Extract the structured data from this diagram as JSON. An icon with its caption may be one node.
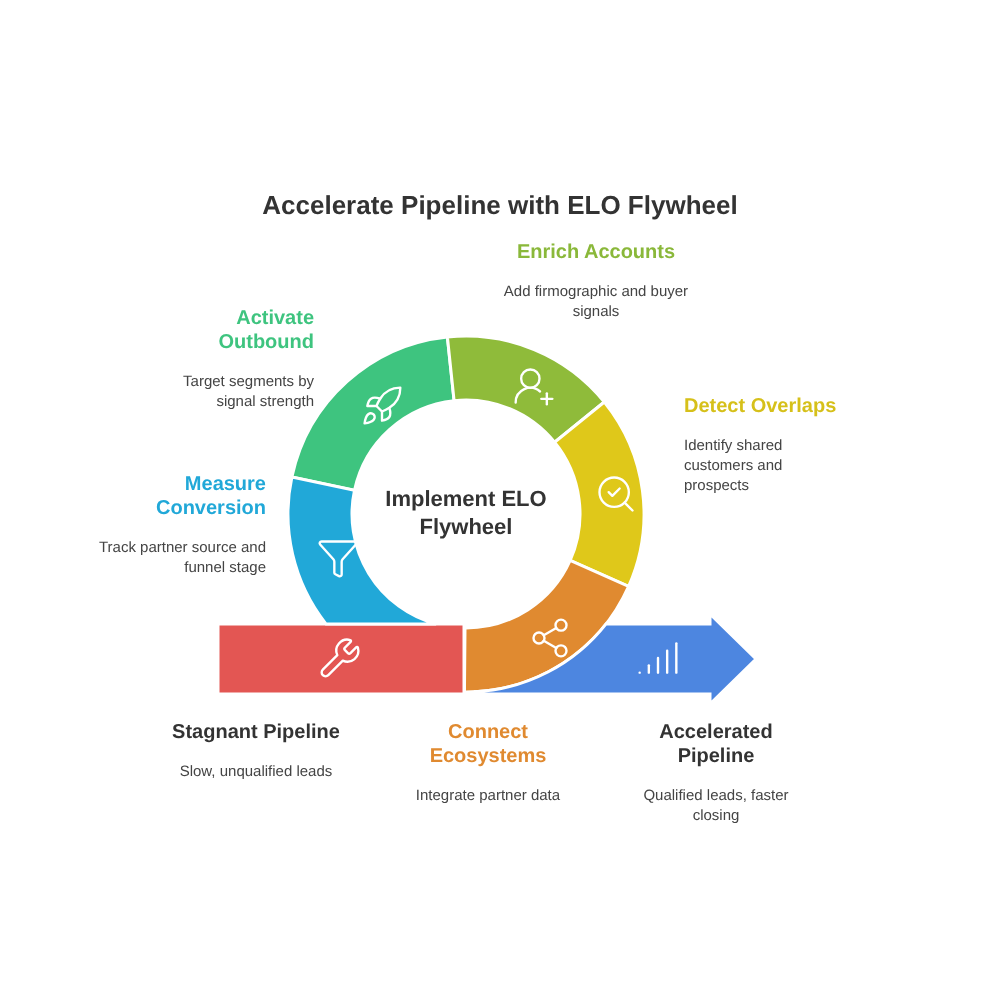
{
  "diagram": {
    "title": "Accelerate Pipeline with ELO Flywheel",
    "nodes": [
      {
        "text": [
          "Enrich Accounts",
          "Add firmographic and buyer signals"
        ]
      },
      {
        "text": [
          "Activate Outbound",
          "Target segments by signal strength"
        ]
      },
      {
        "text": [
          "Detect Overlaps",
          "Identify shared customers and prospects"
        ]
      },
      {
        "text": [
          "Implement ELO Flywheel"
        ]
      },
      {
        "text": [
          "Measure Conversion",
          "Track partner source and funnel stage"
        ]
      },
      {
        "text": [
          "Stagnant Pipeline",
          "Slow, unqualified leads"
        ]
      },
      {
        "text": [
          "Connect Ecosystems",
          "Integrate partner data"
        ]
      },
      {
        "text": [
          "Accelerated Pipeline",
          "Qualified leads, faster closing"
        ]
      }
    ]
  }
}
